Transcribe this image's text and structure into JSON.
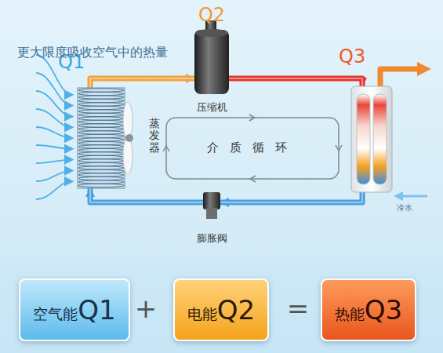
{
  "diagram": {
    "nodes": [
      {
        "text": [
          "Q1",
          "蒸发器"
        ]
      },
      {
        "text": [
          "Q2",
          "压缩机"
        ]
      },
      {
        "text": [
          "Q3"
        ]
      },
      {
        "text": [
          "膨胀阀"
        ]
      },
      {
        "text": [
          "空气能",
          "Q1"
        ]
      },
      {
        "text": [
          "电能",
          "Q2"
        ]
      },
      {
        "text": [
          "热能",
          "Q3"
        ]
      }
    ],
    "edges": [
      {
        "from": 0,
        "to": 1,
        "arrow": "to"
      },
      {
        "from": 1,
        "to": 2,
        "arrow": "to"
      },
      {
        "from": 2,
        "to": 3,
        "arrow": "to"
      },
      {
        "from": 3,
        "to": 0,
        "arrow": "to"
      }
    ],
    "labels": [
      "更大限度吸收空气中的热量",
      "介质循环",
      "冷水",
      "+",
      "="
    ]
  }
}
